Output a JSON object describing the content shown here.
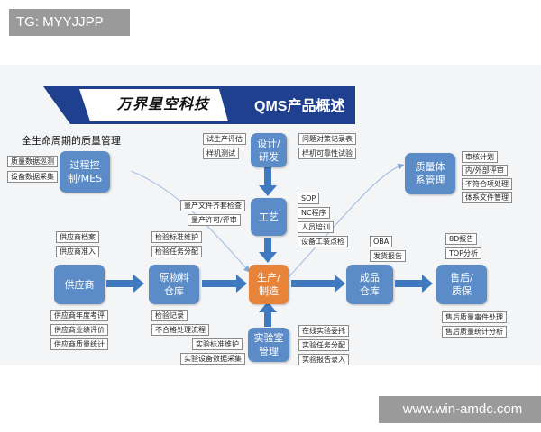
{
  "watermarks": {
    "top": "TG: MYYJJPP",
    "bottom": "www.win-amdc.com"
  },
  "banner": {
    "logo_text": "万界星空科技",
    "title": "QMS产品概述"
  },
  "subtitle": "全生命周期的质量管理",
  "nodes": {
    "process": [
      "过程控",
      "制/MES"
    ],
    "design": [
      "设计/",
      "研发"
    ],
    "craft": [
      "工艺"
    ],
    "quality": [
      "质量体",
      "系管理"
    ],
    "supplier": [
      "供应商"
    ],
    "raw": [
      "原物料",
      "仓库"
    ],
    "production": [
      "生产/",
      "制造"
    ],
    "finished": [
      "成品",
      "仓库"
    ],
    "aftersales": [
      "售后/",
      "质保"
    ],
    "lab": [
      "实验室",
      "管理"
    ]
  },
  "tags": {
    "process": [
      "质量数据巡测",
      "设备数据采集"
    ],
    "design_left": [
      "试生产评估",
      "样机测试"
    ],
    "design_right": [
      "问题对策记录表",
      "样机可靠性试验"
    ],
    "craft_left": [
      "量产文件齐套检查",
      "量产许可/评审"
    ],
    "craft_right": [
      "SOP",
      "NC程序",
      "人员培训",
      "设备工装点检"
    ],
    "quality": [
      "审核计划",
      "内/外部评审",
      "不符合项处理",
      "体系文件管理"
    ],
    "supplier_top": [
      "供应商档案",
      "供应商准入"
    ],
    "supplier_bottom": [
      "供应商年度考评",
      "供应商业绩评价",
      "供应商质量统计"
    ],
    "raw_top": [
      "检验标准维护",
      "检验任务分配"
    ],
    "raw_bottom": [
      "检验记录",
      "不合格处理流程"
    ],
    "finished_top": [
      "OBA",
      "发货报告"
    ],
    "aftersales_top": [
      "8D报告",
      "TOP分析"
    ],
    "aftersales_bottom": [
      "售后质量事件处理",
      "售后质量统计分析"
    ],
    "lab_left": [
      "实验标准维护",
      "实验设备数据采集"
    ],
    "lab_right": [
      "在线实验委托",
      "实验任务分配",
      "实验报告录入"
    ]
  },
  "colors": {
    "node": "#5b8cc7",
    "core": "#e8843a",
    "banner": "#1f3f8f",
    "arrow": "#3f7ac0"
  }
}
